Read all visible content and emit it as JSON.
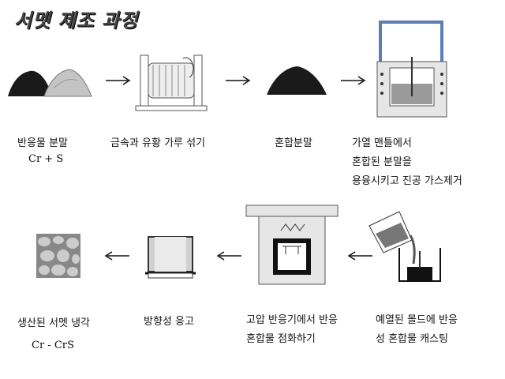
{
  "title": "서멧 제조 과정",
  "steps": [
    {
      "label": "반응물 분말",
      "formula": "Cr + S"
    },
    {
      "label": "금속과 유황 가루 섞기"
    },
    {
      "label": "혼합분말"
    },
    {
      "label_lines": [
        "가열 맨틀에서",
        "혼합된 분말을",
        "용융시키고 진공 가스제거"
      ]
    },
    {
      "label_lines": [
        "예열된 몰드에 반응",
        "성 혼합물 캐스팅"
      ]
    },
    {
      "label_lines": [
        "고압 반응기에서 반응",
        "혼합물 점화하기"
      ]
    },
    {
      "label": "방향성 응고"
    },
    {
      "label": "생산된 서멧 냉각",
      "formula": "Cr - CrS"
    }
  ],
  "colors": {
    "ink": "#111111",
    "powder_dark": "#1a1a1a",
    "powder_light": "#b8b8b8",
    "equipment": "#9a9a9a",
    "heater_blue": "#5b7fb5"
  }
}
